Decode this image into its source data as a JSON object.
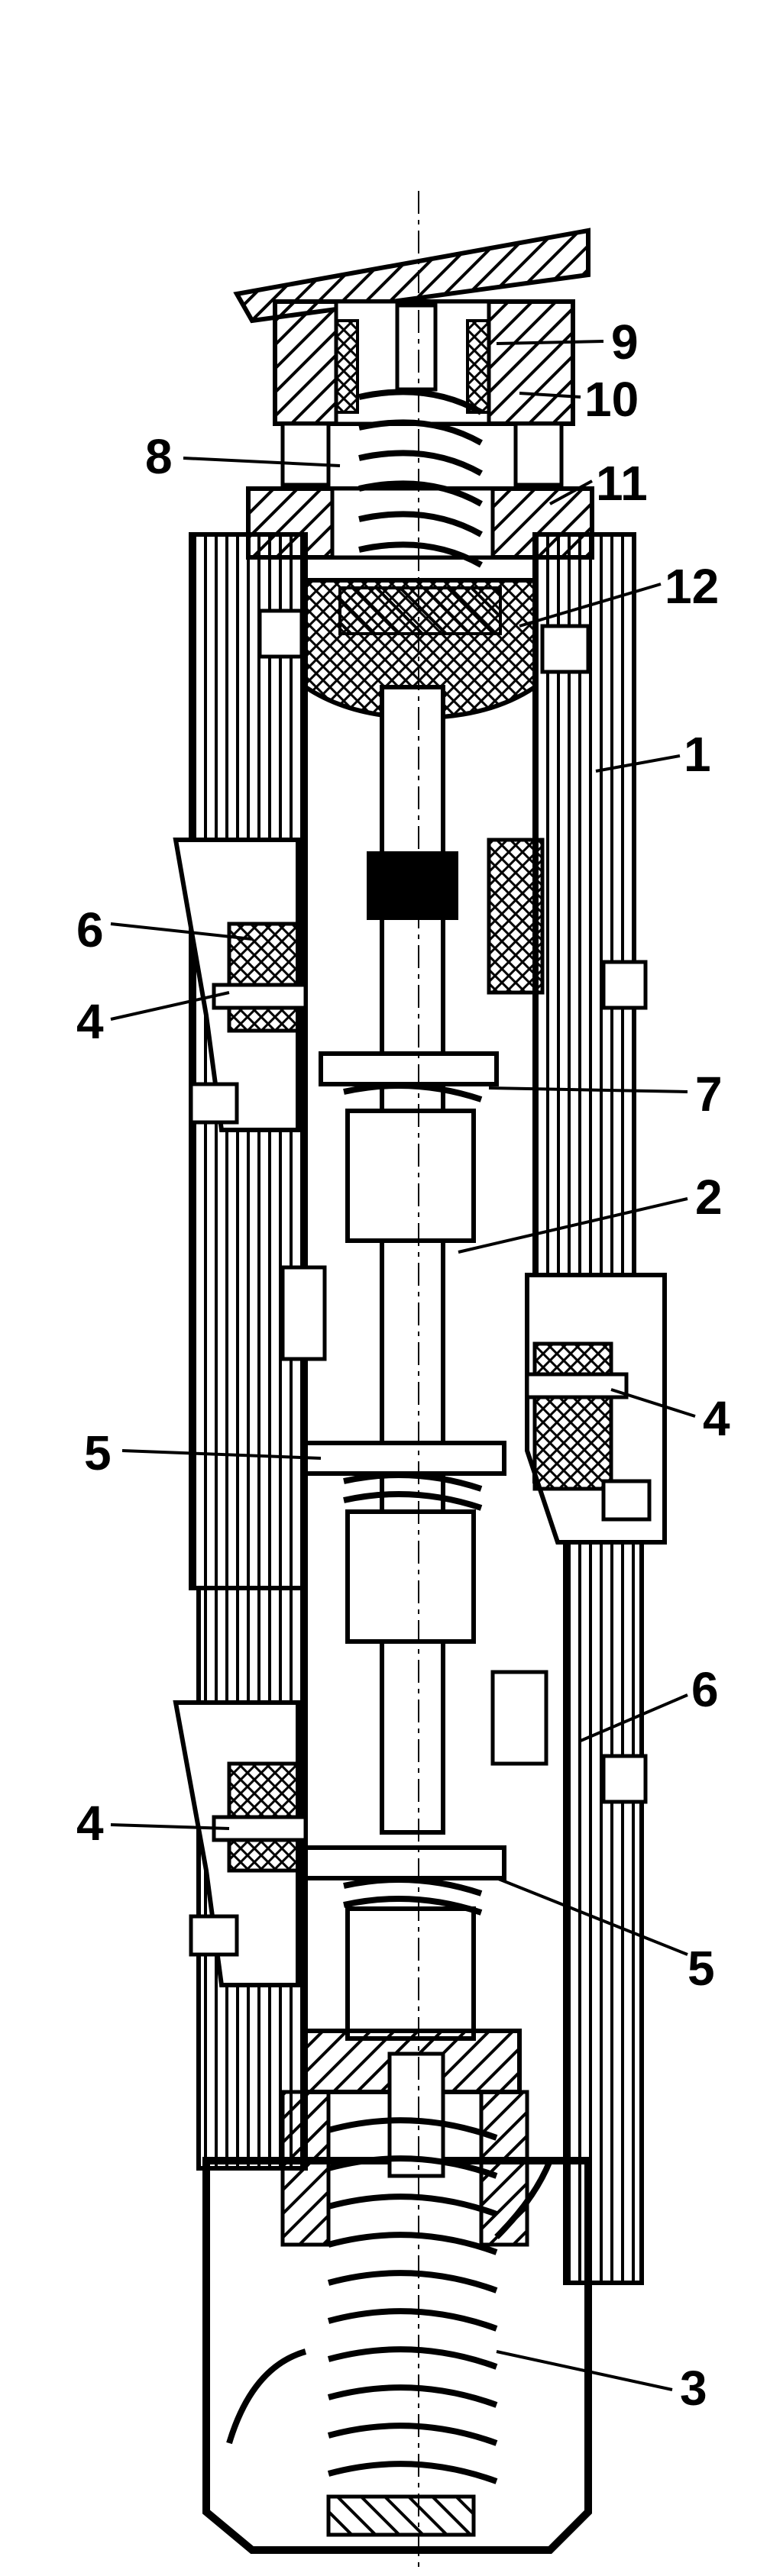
{
  "diagram": {
    "callouts": [
      {
        "id": "1",
        "label": "1"
      },
      {
        "id": "2",
        "label": "2"
      },
      {
        "id": "3",
        "label": "3"
      },
      {
        "id": "4a",
        "label": "4"
      },
      {
        "id": "4b",
        "label": "4"
      },
      {
        "id": "4c",
        "label": "4"
      },
      {
        "id": "5a",
        "label": "5"
      },
      {
        "id": "5b",
        "label": "5"
      },
      {
        "id": "6a",
        "label": "6"
      },
      {
        "id": "6b",
        "label": "6"
      },
      {
        "id": "7",
        "label": "7"
      },
      {
        "id": "8",
        "label": "8"
      },
      {
        "id": "9",
        "label": "9"
      },
      {
        "id": "10",
        "label": "10"
      },
      {
        "id": "11",
        "label": "11"
      },
      {
        "id": "12",
        "label": "12"
      }
    ]
  }
}
